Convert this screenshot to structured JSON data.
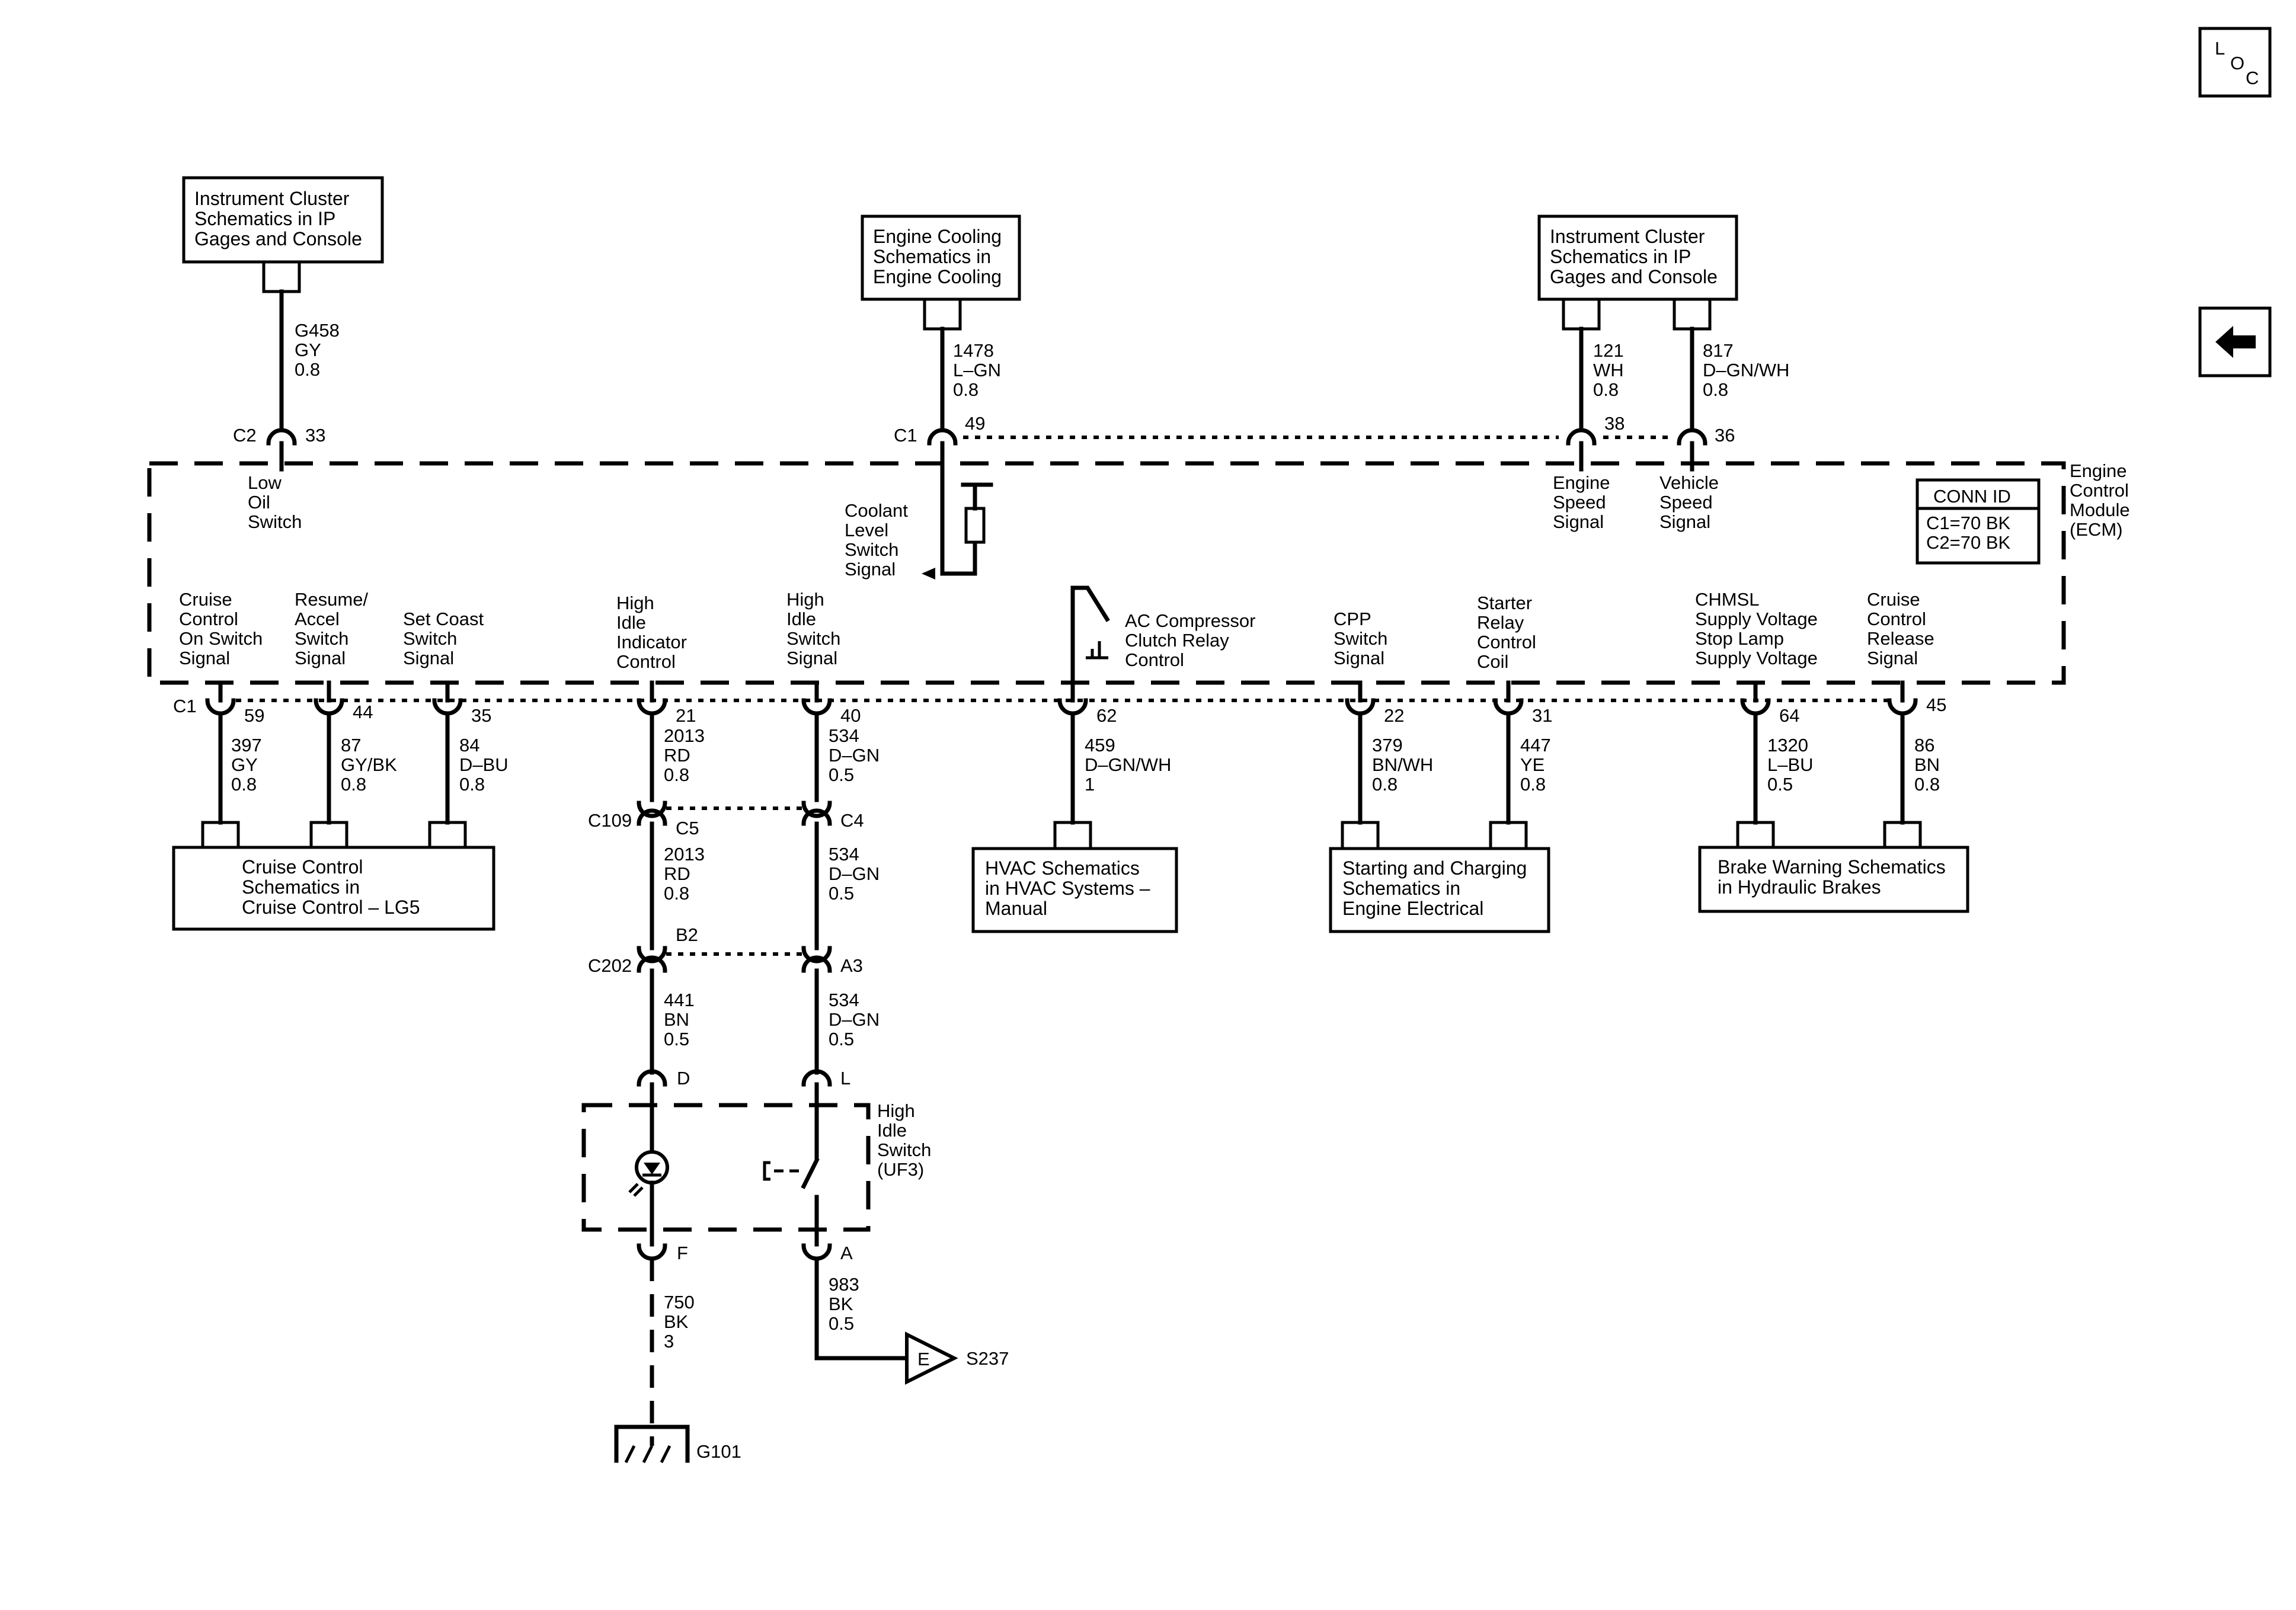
{
  "nav": {
    "loc_l": "L",
    "loc_o": "O",
    "loc_c": "C",
    "back_glyph": "🡸"
  },
  "ecm": {
    "label": [
      "Engine",
      "Control",
      "Module",
      "(ECM)"
    ],
    "conn_id_title": "CONN ID",
    "conn_id_lines": [
      "C1=70 BK",
      "C2=70 BK"
    ]
  },
  "boxes": {
    "ic_left": [
      "Instrument Cluster",
      "Schematics in IP",
      "Gages and Console"
    ],
    "engine_cooling": [
      "Engine Cooling",
      "Schematics in",
      "Engine Cooling"
    ],
    "ic_right": [
      "Instrument Cluster",
      "Schematics in IP",
      "Gages and Console"
    ],
    "cruise": [
      "Cruise Control",
      "Schematics in",
      "Cruise Control – LG5"
    ],
    "hvac": [
      "HVAC Schematics",
      "in HVAC Systems –",
      "Manual"
    ],
    "starting": [
      "Starting and Charging",
      "Schematics in",
      "Engine Electrical"
    ],
    "brake": [
      "Brake Warning Schematics",
      "in Hydraulic Brakes"
    ]
  },
  "top_connectors": {
    "c2": "C2",
    "c2_pin": "33",
    "c1": "C1",
    "c1_pin49": "49",
    "pin38": "38",
    "pin36": "36"
  },
  "top_wires": {
    "g458": [
      "G458",
      "GY",
      "0.8"
    ],
    "w1478": [
      "1478",
      "L–GN",
      "0.8"
    ],
    "w121": [
      "121",
      "WH",
      "0.8"
    ],
    "w817": [
      "817",
      "D–GN/WH",
      "0.8"
    ]
  },
  "internal": {
    "low_oil": [
      "Low",
      "Oil",
      "Switch"
    ],
    "coolant": [
      "Coolant",
      "Level",
      "Switch",
      "Signal"
    ],
    "engine_speed": [
      "Engine",
      "Speed",
      "Signal"
    ],
    "vehicle_speed": [
      "Vehicle",
      "Speed",
      "Signal"
    ],
    "cruise_on": [
      "Cruise",
      "Control",
      "On Switch",
      "Signal"
    ],
    "resume": [
      "Resume/",
      "Accel",
      "Switch",
      "Signal"
    ],
    "set_coast": [
      "Set Coast",
      "Switch",
      "Signal"
    ],
    "high_idle_ind": [
      "High",
      "Idle",
      "Indicator",
      "Control"
    ],
    "high_idle_sw": [
      "High",
      "Idle",
      "Switch",
      "Signal"
    ],
    "ac_comp": [
      "AC Compressor",
      "Clutch Relay",
      "Control"
    ],
    "cpp": [
      "CPP",
      "Switch",
      "Signal"
    ],
    "starter": [
      "Starter",
      "Relay",
      "Control",
      "Coil"
    ],
    "chmsl": [
      "CHMSL",
      "Supply Voltage",
      "Stop Lamp",
      "Supply Voltage"
    ],
    "cruise_release": [
      "Cruise",
      "Control",
      "Release",
      "Signal"
    ]
  },
  "bottom_connectors": {
    "c1": "C1",
    "pins": [
      "59",
      "44",
      "35",
      "21",
      "40",
      "62",
      "22",
      "31",
      "64",
      "45"
    ]
  },
  "bottom_wires": {
    "w397": [
      "397",
      "GY",
      "0.8"
    ],
    "w87": [
      "87",
      "GY/BK",
      "0.8"
    ],
    "w84": [
      "84",
      "D–BU",
      "0.8"
    ],
    "w2013a": [
      "2013",
      "RD",
      "0.8"
    ],
    "w534a": [
      "534",
      "D–GN",
      "0.5"
    ],
    "w459": [
      "459",
      "D–GN/WH",
      "1"
    ],
    "w379": [
      "379",
      "BN/WH",
      "0.8"
    ],
    "w447": [
      "447",
      "YE",
      "0.8"
    ],
    "w1320": [
      "1320",
      "L–BU",
      "0.5"
    ],
    "w86": [
      "86",
      "BN",
      "0.8"
    ]
  },
  "lower": {
    "c109": "C109",
    "c5": "C5",
    "c4": "C4",
    "w2013b": [
      "2013",
      "RD",
      "0.8"
    ],
    "w534b": [
      "534",
      "D–GN",
      "0.5"
    ],
    "c202": "C202",
    "b2": "B2",
    "a3": "A3",
    "w441": [
      "441",
      "BN",
      "0.5"
    ],
    "w534c": [
      "534",
      "D–GN",
      "0.5"
    ],
    "pin_d": "D",
    "pin_l": "L",
    "switch_label": [
      "High",
      "Idle",
      "Switch",
      "(UF3)"
    ],
    "pin_f": "F",
    "pin_a": "A",
    "w750": [
      "750",
      "BK",
      "3"
    ],
    "w983": [
      "983",
      "BK",
      "0.5"
    ],
    "splice_letter": "E",
    "splice_name": "S237",
    "ground_name": "G101"
  }
}
